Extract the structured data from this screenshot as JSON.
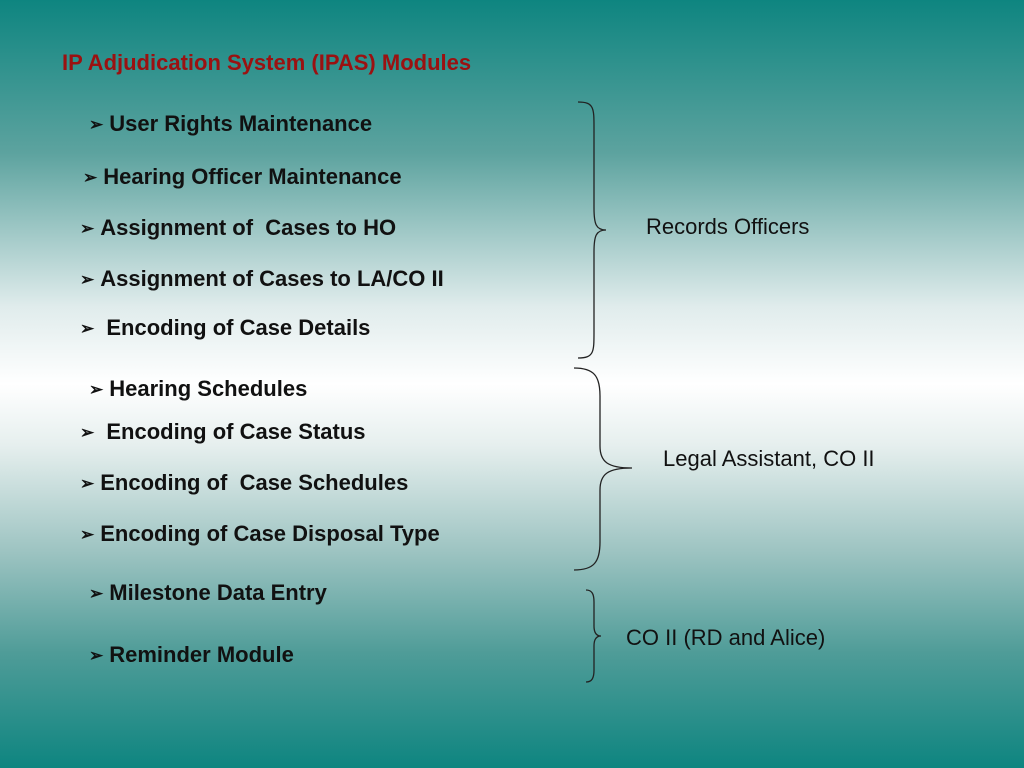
{
  "slide": {
    "title": "IP Adjudication System (IPAS) Modules",
    "bullet_icon": "arrow-bullet-icon",
    "bullet_glyph": "➢",
    "groups": [
      {
        "label": "Records Officers",
        "items": [
          "User Rights Maintenance",
          "Hearing Officer Maintenance",
          "Assignment of  Cases to HO",
          "Assignment of Cases to LA/CO II",
          " Encoding of Case Details"
        ]
      },
      {
        "label": "Legal Assistant, CO II",
        "items": [
          "Hearing Schedules",
          " Encoding of Case Status",
          "Encoding of  Case Schedules",
          "Encoding of Case Disposal Type"
        ]
      },
      {
        "label": "CO II (RD and Alice)",
        "items": [
          "Milestone Data Entry",
          "Reminder Module"
        ]
      }
    ],
    "colors": {
      "title": "#9b1111",
      "text": "#111111",
      "background_top": "#0e8580",
      "background_mid": "#ffffff"
    }
  }
}
